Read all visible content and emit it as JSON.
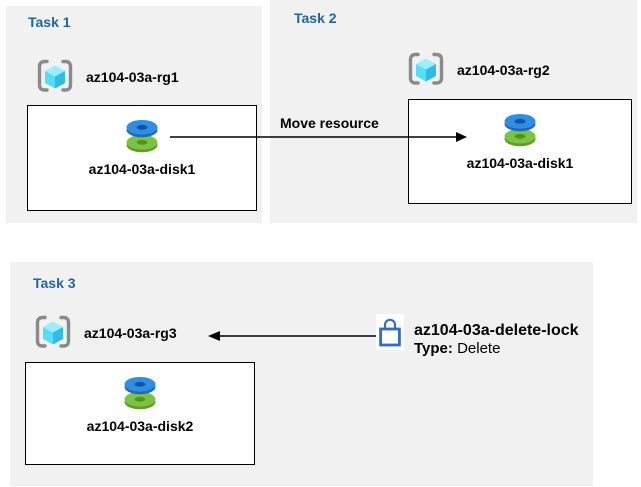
{
  "colors": {
    "panel_bg": "#f1f1f1",
    "title_blue": "#1e64a8",
    "text": "#000000",
    "box_border": "#000000",
    "arrow": "#000000",
    "lock_blue": "#2e6bd3",
    "disk_top_blue": "#2f8de2",
    "disk_bottom_green": "#7dc242",
    "cube_cyan_light": "#9beeff",
    "cube_cyan_mid": "#54dff7",
    "cube_cyan_dark": "#2fbde5",
    "bracket_gray": "#8a8a8a"
  },
  "icons": {
    "resource_group": "resource-group-icon",
    "disk": "disk-icon",
    "lock": "lock-icon",
    "move_arrow": "arrow-right",
    "lock_arrow": "arrow-left"
  },
  "tasks": [
    {
      "title": "Task 1",
      "resource_group": "az104-03a-rg1",
      "disk": "az104-03a-disk1"
    },
    {
      "title": "Task 2",
      "resource_group": "az104-03a-rg2",
      "disk": "az104-03a-disk1"
    },
    {
      "title": "Task 3",
      "resource_group": "az104-03a-rg3",
      "disk": "az104-03a-disk2"
    }
  ],
  "arrows": {
    "move_label": "Move resource"
  },
  "lock": {
    "name": "az104-03a-delete-lock",
    "type_label": "Type:",
    "type_value": "Delete"
  }
}
